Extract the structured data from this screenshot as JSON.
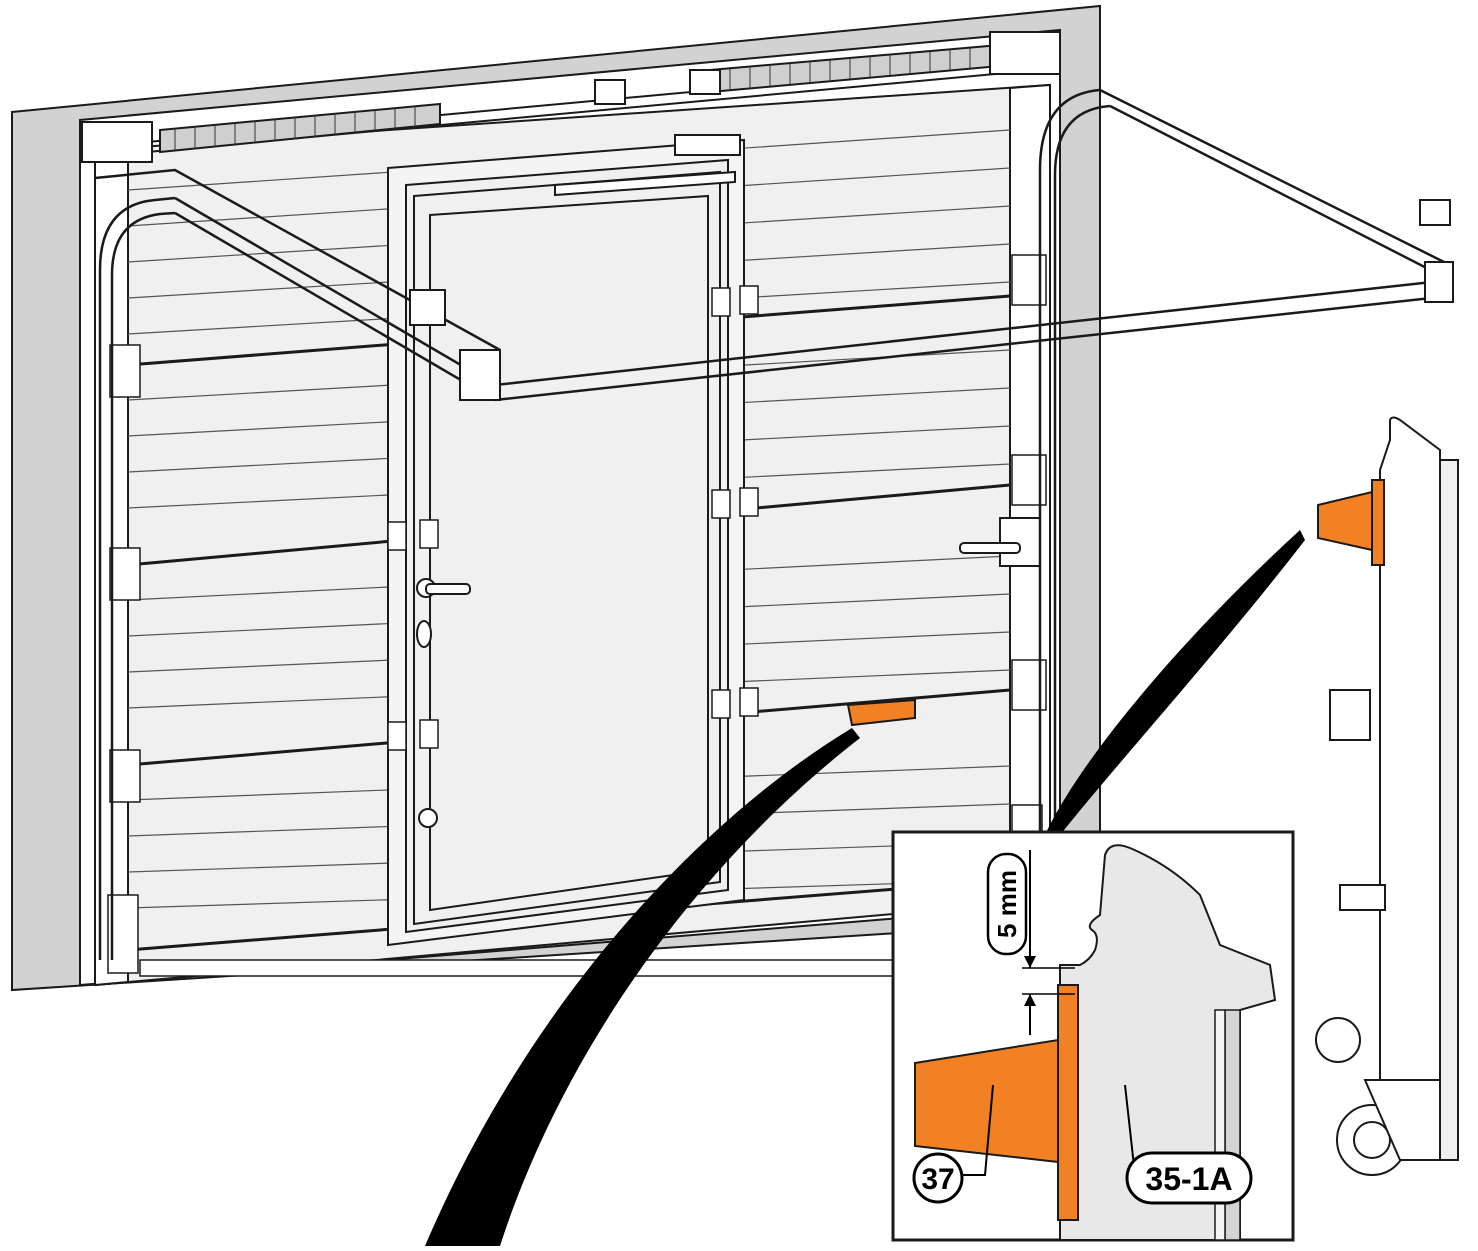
{
  "labels": {
    "dimension": "5 mm",
    "part_37": "37",
    "part_35_1a": "35-1A"
  },
  "colors": {
    "accent_orange": "#f28123",
    "outline": "#1a1a1a",
    "panel_fill": "#f0f0f0",
    "wall_fill": "#d2d2d2",
    "leader": "#000000"
  }
}
